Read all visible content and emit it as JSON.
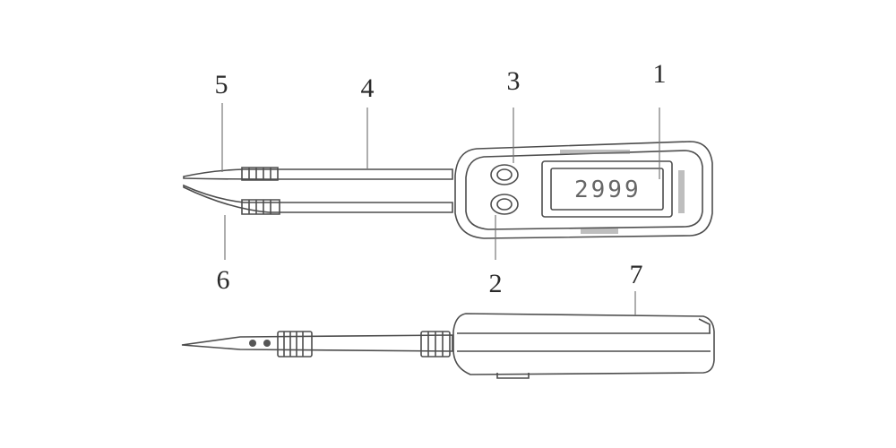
{
  "callouts": {
    "display": "1",
    "lower_button": "2",
    "upper_button": "3",
    "tweezer_arm": "4",
    "upper_tip": "5",
    "lower_tip": "6",
    "side_case": "7"
  },
  "display_reading": "2999",
  "colors": {
    "line": "#4d4d4d",
    "text": "#2a2a2a",
    "background": "#ffffff"
  },
  "views": [
    "top-view",
    "side-view"
  ]
}
